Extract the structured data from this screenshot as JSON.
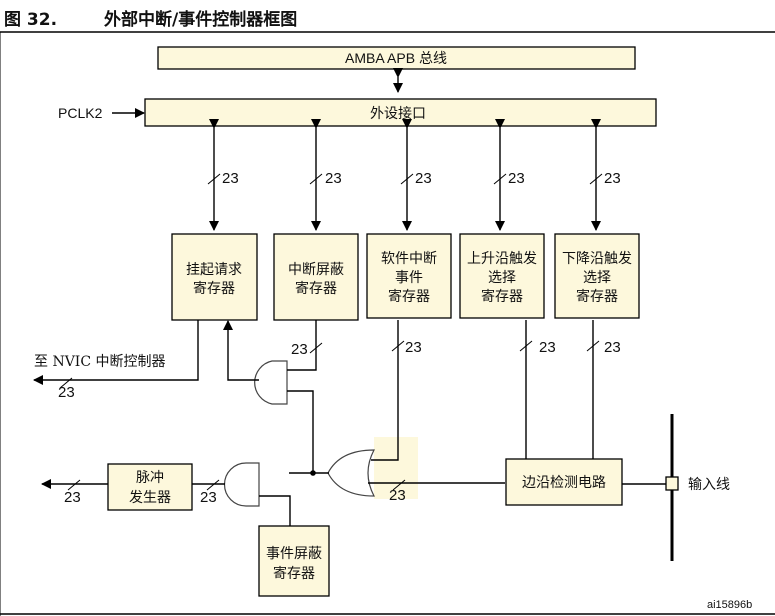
{
  "figure": {
    "number": "图 32.",
    "title": "外部中断/事件控制器框图",
    "id": "ai15896b"
  },
  "blocks": {
    "apb_bus": "AMBA APB 总线",
    "peripheral_interface": "外设接口",
    "pending_register": [
      "挂起请求",
      "寄存器"
    ],
    "interrupt_mask_register": [
      "中断屏蔽",
      "寄存器"
    ],
    "software_interrupt_register": [
      "软件中断",
      "事件",
      "寄存器"
    ],
    "rising_trigger_register": [
      "上升沿触发",
      "选择",
      "寄存器"
    ],
    "falling_trigger_register": [
      "下降沿触发",
      "选择",
      "寄存器"
    ],
    "edge_detect_circuit": "边沿检测电路",
    "pulse_generator": [
      "脉冲",
      "发生器"
    ],
    "event_mask_register": [
      "事件屏蔽",
      "寄存器"
    ]
  },
  "signals": {
    "clock": "PCLK2",
    "to_nvic": "至 NVIC 中断控制器",
    "input_line": "输入线",
    "bus_width": "23"
  }
}
